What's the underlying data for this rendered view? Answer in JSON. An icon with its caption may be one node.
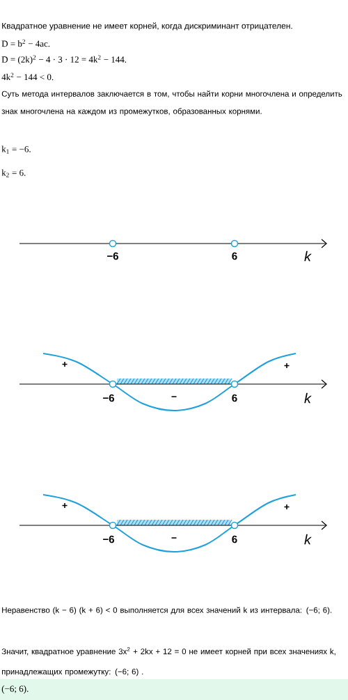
{
  "diagram": {
    "labels": [
      "Квадратное уравнение не имеет корней, когда дискриминант отрицателен.",
      "D = b$^{2}$ − 4ac.",
      "D = (2k)$^{2}$ − 4 · 3 · 12 = 4k$^{2}$ − 144.",
      "4k$^{2}$ − 144 < 0.",
      "Суть метода интервалов заключается в том, чтобы найти корни многочлена и определить знак многочлена на каждом из промежутков, образованных корнями.",
      "k$_{1}$ = −6.",
      "k$_{2}$ = 6.",
      "−6",
      "6",
      "k",
      "+",
      "+",
      "−6",
      "−",
      "6",
      "k",
      "+",
      "+",
      "−6",
      "−",
      "6",
      "k",
      "Неравенство (k − 6) (k + 6) < 0 выполняется для всех значений k из интервала: (−6; 6).",
      "Значит, квадратное уравнение 3x$^{2}$ + 2kx + 12 = 0 не имеет корней при всех значениях k, принадлежащих промежутку: (−6; 6) .",
      "(−6; 6)."
    ]
  }
}
